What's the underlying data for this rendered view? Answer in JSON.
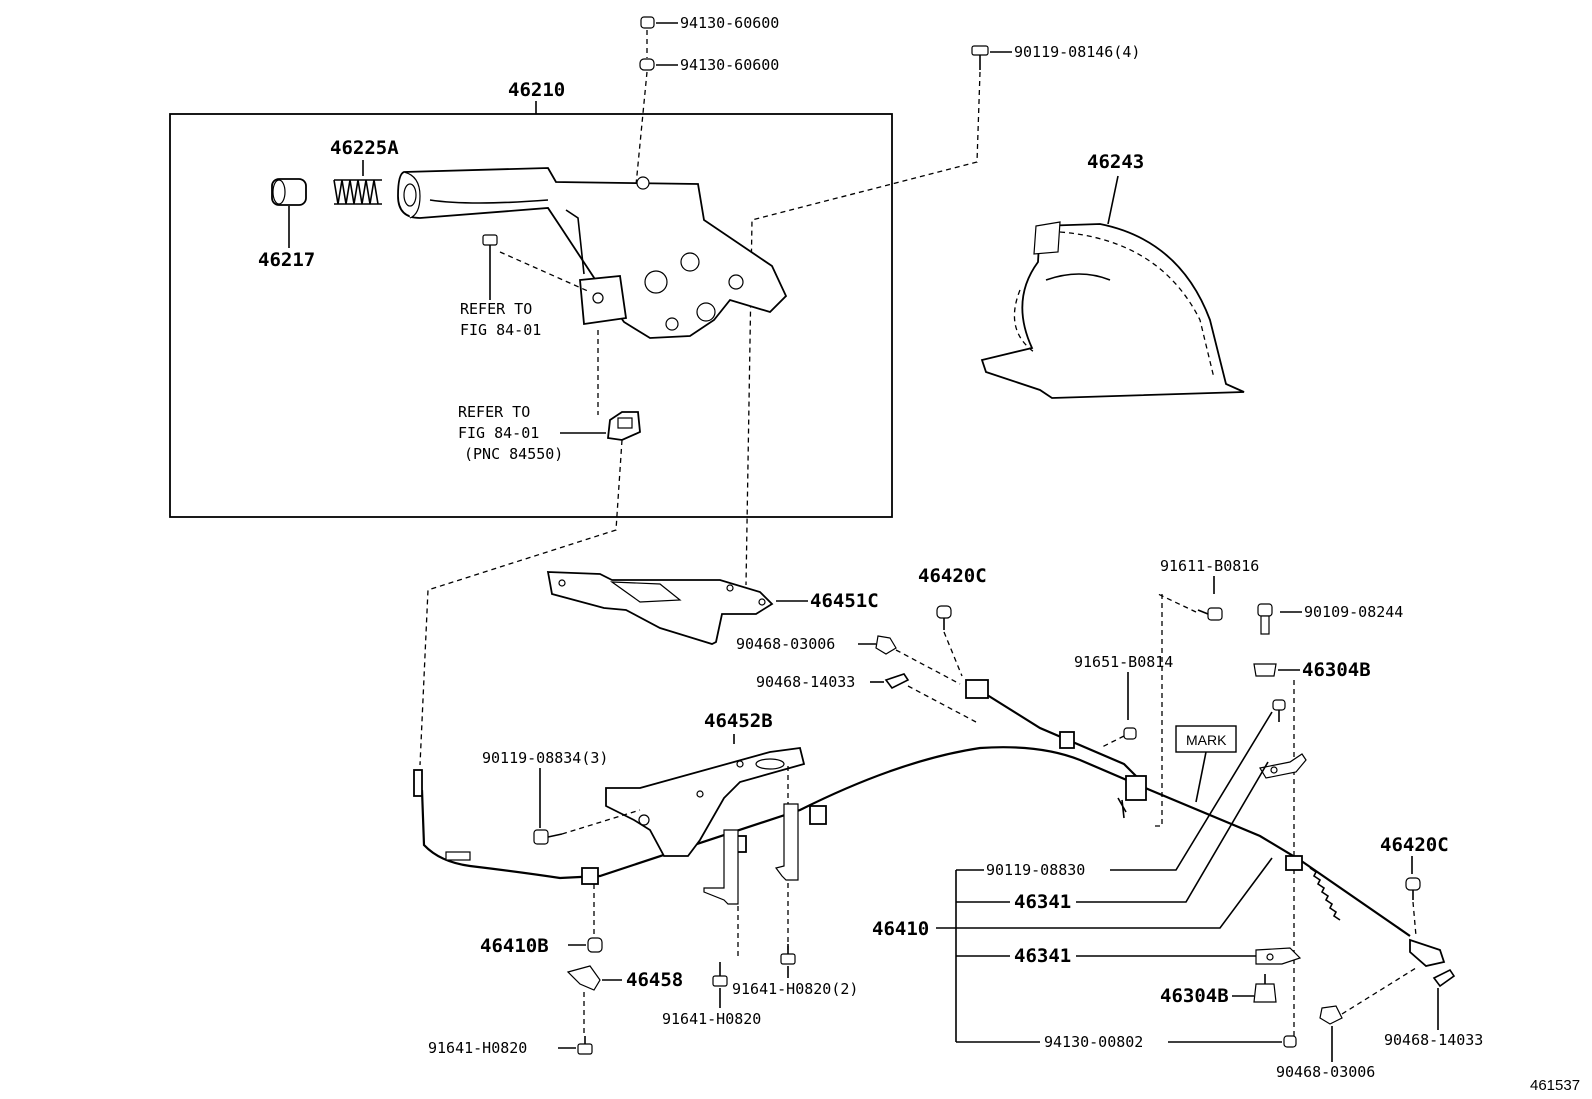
{
  "diagram": {
    "figure_number": "461537",
    "mark_label": "MARK",
    "notes": {
      "refer_1_line1": "REFER TO",
      "refer_1_line2": "FIG 84-01",
      "refer_2_line1": "REFER TO",
      "refer_2_line2": "FIG 84-01",
      "refer_2_line3": "(PNC 84550)"
    },
    "parts": {
      "p94130_60600_a": "94130-60600",
      "p94130_60600_b": "94130-60600",
      "p90119_08146": "90119-08146(4)",
      "p46210": "46210",
      "p46225A": "46225A",
      "p46217": "46217",
      "p46243": "46243",
      "p46451C": "46451C",
      "p46420C_a": "46420C",
      "p90468_03006_a": "90468-03006",
      "p90468_14033_a": "90468-14033",
      "p91611_B0816": "91611-B0816",
      "p90109_08244": "90109-08244",
      "p91651_B0814": "91651-B0814",
      "p46304B_a": "46304B",
      "p46452B": "46452B",
      "p90119_08834": "90119-08834(3)",
      "p90119_08830": "90119-08830",
      "p46341_a": "46341",
      "p46410": "46410",
      "p46341_b": "46341",
      "p46420C_b": "46420C",
      "p46410B": "46410B",
      "p46458": "46458",
      "p91641_H0820_2": "91641-H0820(2)",
      "p91641_H0820_a": "91641-H0820",
      "p91641_H0820_b": "91641-H0820",
      "p46304B_b": "46304B",
      "p94130_00802": "94130-00802",
      "p90468_14033_b": "90468-14033",
      "p90468_03006_b": "90468-03006"
    }
  }
}
